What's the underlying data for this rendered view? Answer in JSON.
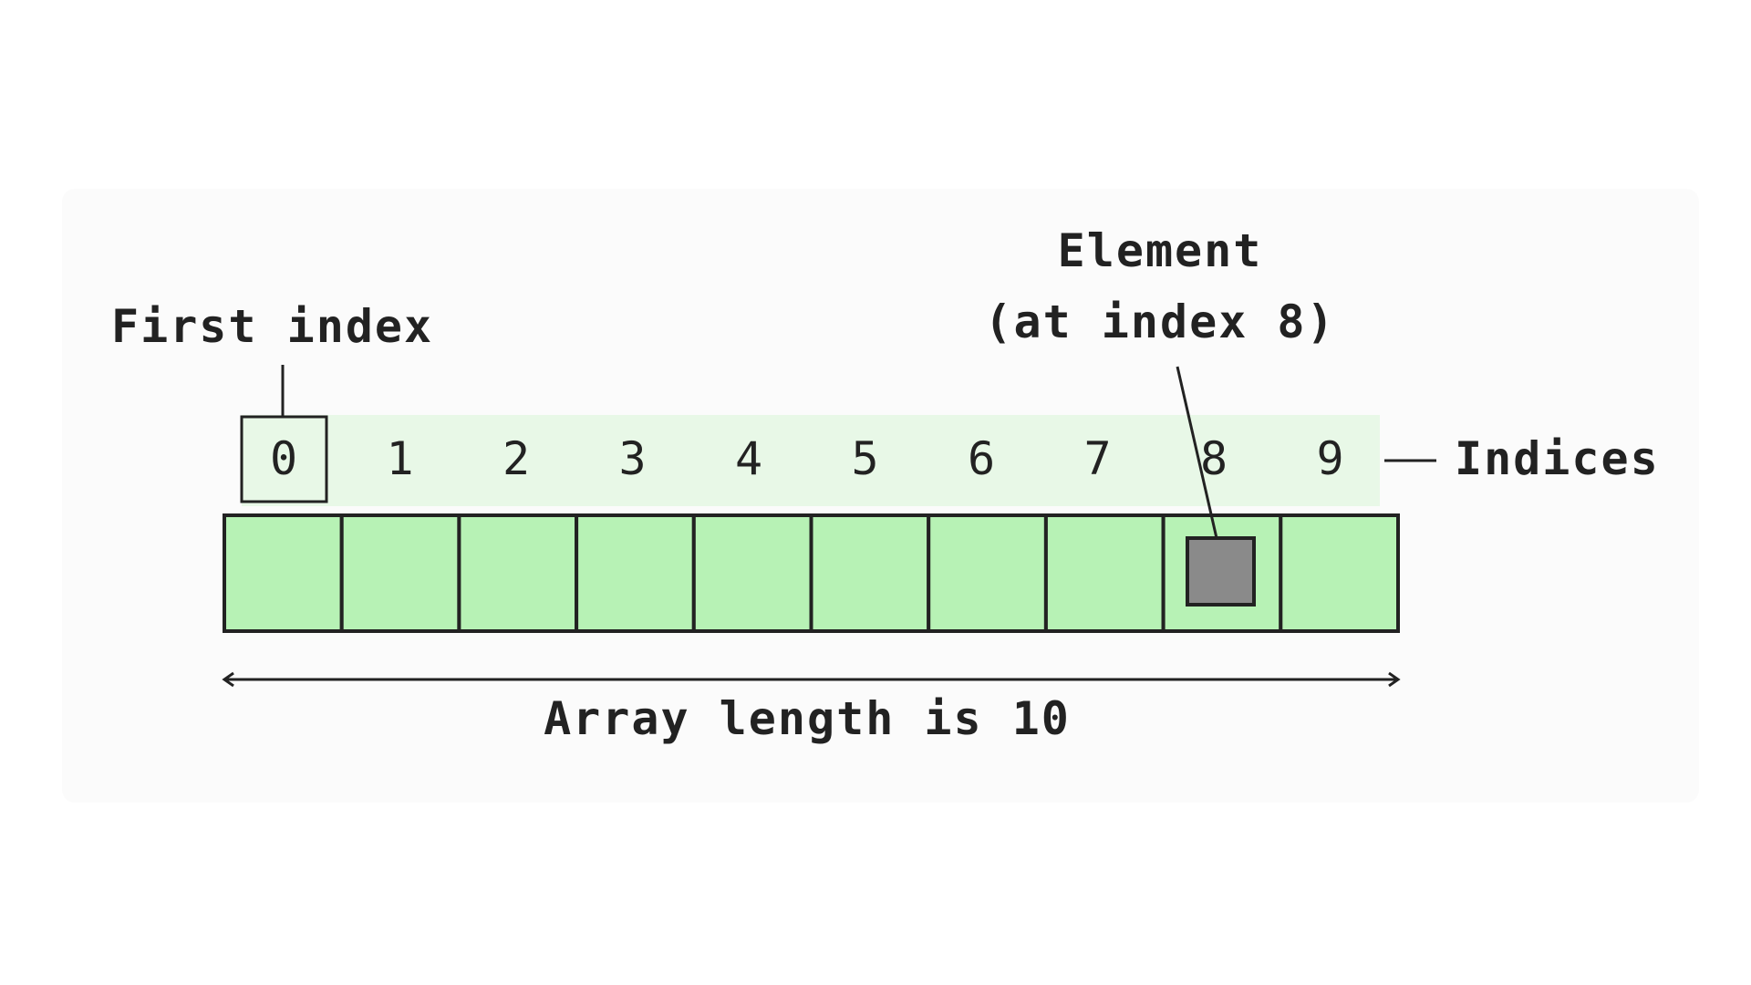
{
  "diagram": {
    "first_index_label": "First index",
    "element_label_line1": "Element",
    "element_label_line2": "(at index 8)",
    "indices_label": "Indices",
    "length_label": "Array length is 10",
    "indices": [
      "0",
      "1",
      "2",
      "3",
      "4",
      "5",
      "6",
      "7",
      "8",
      "9"
    ],
    "array_length": 10,
    "highlighted_index": 8,
    "colors": {
      "cell_fill": "#b7f2b5",
      "index_band": "#e8f8e7",
      "stroke": "#222222",
      "element_fill": "#8a8a8a"
    }
  }
}
